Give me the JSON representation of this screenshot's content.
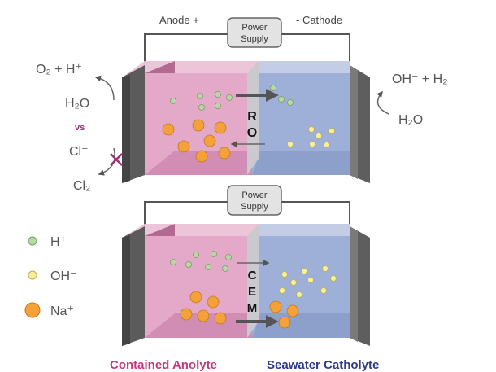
{
  "colors": {
    "anolyte": "#c2397f",
    "catholyte": "#2e3a8c",
    "h_ion": "#b7d9a4",
    "oh_ion": "#f7ef9a",
    "na_ion": "#f5a13a",
    "cross": "#a0307a"
  },
  "top_cell": {
    "anode_label": "Anode +",
    "cathode_label": "- Cathode",
    "power_supply": [
      "Power",
      "Supply"
    ],
    "membrane_letters": [
      "R",
      "O"
    ]
  },
  "bottom_cell": {
    "power_supply": [
      "Power",
      "Supply"
    ],
    "membrane_letters": [
      "C",
      "E",
      "M"
    ]
  },
  "reactions": {
    "left": {
      "o2_h": "O₂ + H⁺",
      "h2o": "H₂O",
      "vs": "vs",
      "cl_minus": "Cl⁻",
      "cl2": "Cl₂"
    },
    "right": {
      "oh_h2": "OH⁻ + H₂",
      "h2o": "H₂O"
    }
  },
  "legend": [
    {
      "label": "H⁺",
      "kind": "h_ion"
    },
    {
      "label": "OH⁻",
      "kind": "oh_ion"
    },
    {
      "label": "Na⁺",
      "kind": "na_ion"
    }
  ],
  "footer": {
    "anolyte": "Contained Anolyte",
    "catholyte": "Seawater Catholyte"
  }
}
